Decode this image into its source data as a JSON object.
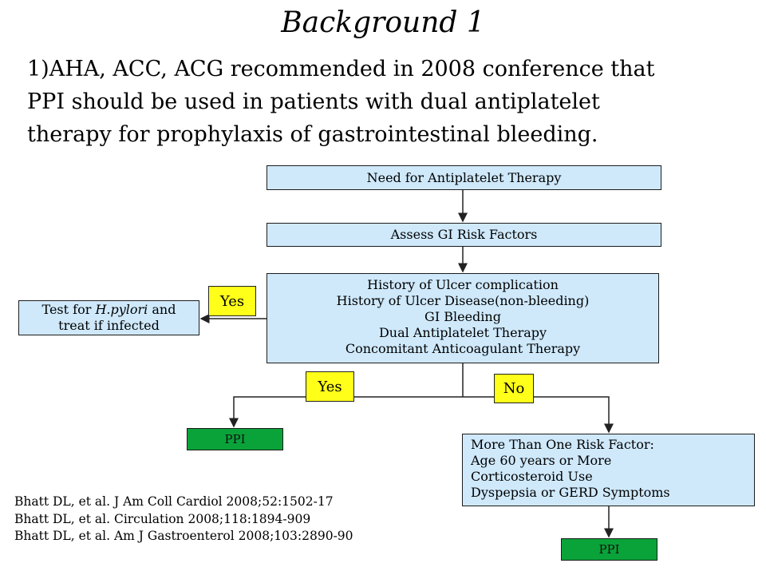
{
  "title": "Background 1",
  "intro": [
    "1)AHA, ACC, ACG recommended in 2008 conference that",
    "PPI should be used in patients with dual antiplatelet",
    "therapy for prophylaxis of gastrointestinal bleeding."
  ],
  "flow": {
    "need": "Need for Antiplatelet Therapy",
    "assess": "Assess GI Risk Factors",
    "history": [
      "History of Ulcer complication",
      "History of Ulcer Disease(non-bleeding)",
      "GI Bleeding",
      "Dual Antiplatelet Therapy",
      "Concomitant Anticoagulant Therapy"
    ],
    "test_prefix": "Test for ",
    "test_italic": "H.pylori",
    "test_suffix": " and",
    "test_line2": "treat if infected",
    "yes_left": "Yes",
    "yes_down": "Yes",
    "no": "No",
    "ppi_left": "PPI",
    "more": [
      "More Than One Risk Factor:",
      "Age 60 years or More",
      "Corticosteroid Use",
      "Dyspepsia or GERD Symptoms"
    ],
    "ppi_bottom": "PPI"
  },
  "references": [
    "Bhatt DL, et al. J Am Coll Cardiol 2008;52:1502-17",
    "Bhatt DL, et al. Circulation 2008;118:1894-909",
    "Bhatt DL, et al. Am J Gastroenterol 2008;103:2890-90"
  ],
  "colors": {
    "box_fill": "#cfe9fb",
    "tag_fill": "#ffff1a",
    "ppi_fill": "#0aa33a"
  }
}
